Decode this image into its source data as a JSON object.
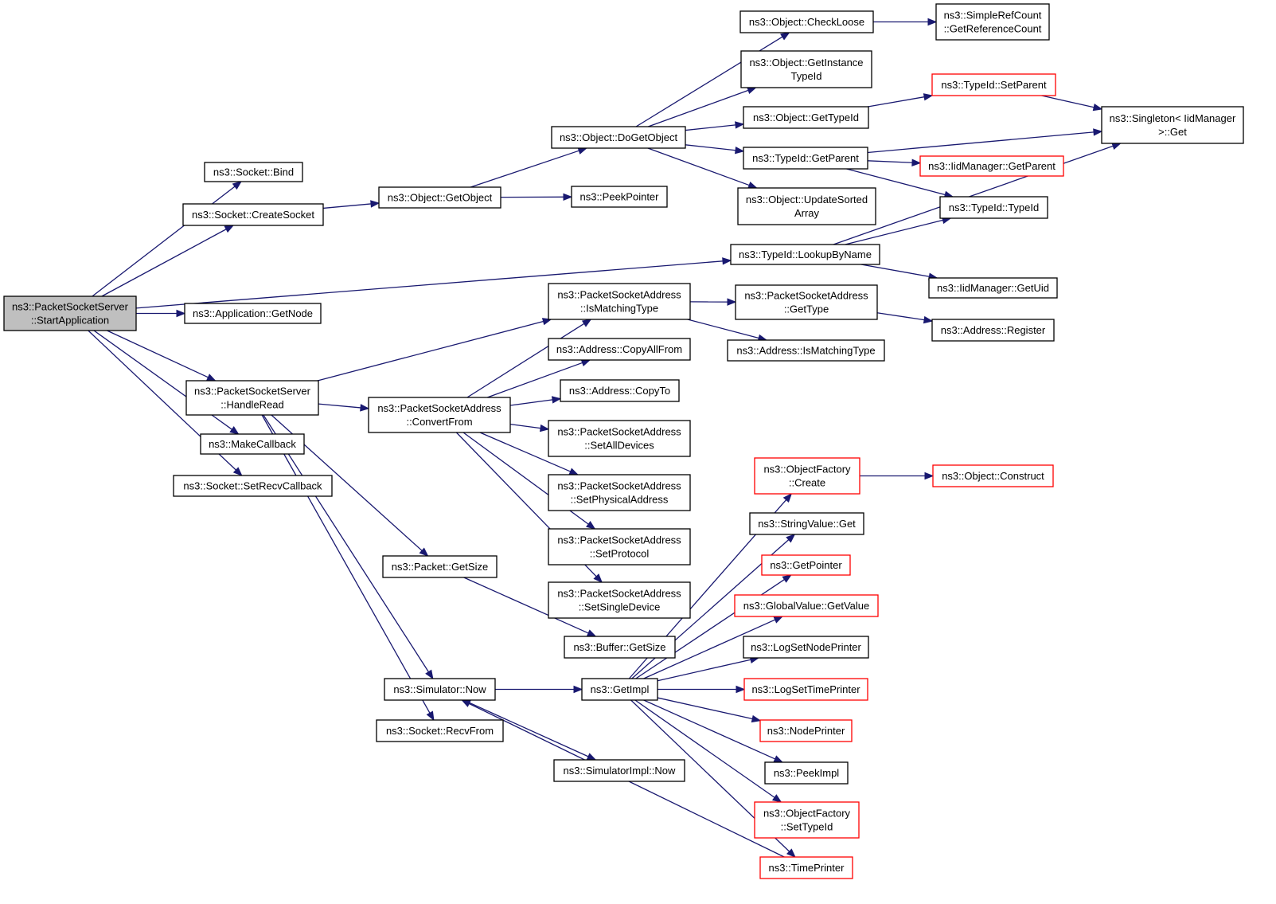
{
  "nodes": [
    {
      "id": "root",
      "lines": [
        "ns3::PacketSocketServer",
        "::StartApplication"
      ],
      "style": "root"
    },
    {
      "id": "sock_bind",
      "lines": [
        "ns3::Socket::Bind"
      ],
      "style": "normal"
    },
    {
      "id": "sock_create",
      "lines": [
        "ns3::Socket::CreateSocket"
      ],
      "style": "normal"
    },
    {
      "id": "app_getnode",
      "lines": [
        "ns3::Application::GetNode"
      ],
      "style": "normal"
    },
    {
      "id": "handleread",
      "lines": [
        "ns3::PacketSocketServer",
        "::HandleRead"
      ],
      "style": "normal"
    },
    {
      "id": "makecallback",
      "lines": [
        "ns3::MakeCallback"
      ],
      "style": "normal"
    },
    {
      "id": "setrecvcb",
      "lines": [
        "ns3::Socket::SetRecvCallback"
      ],
      "style": "normal"
    },
    {
      "id": "obj_getobject",
      "lines": [
        "ns3::Object::GetObject"
      ],
      "style": "normal"
    },
    {
      "id": "peekpointer",
      "lines": [
        "ns3::PeekPointer"
      ],
      "style": "normal"
    },
    {
      "id": "obj_dogetobject",
      "lines": [
        "ns3::Object::DoGetObject"
      ],
      "style": "normal"
    },
    {
      "id": "obj_checkloose",
      "lines": [
        "ns3::Object::CheckLoose"
      ],
      "style": "normal"
    },
    {
      "id": "obj_getinstance",
      "lines": [
        "ns3::Object::GetInstance",
        "TypeId"
      ],
      "style": "normal"
    },
    {
      "id": "obj_gettypeid",
      "lines": [
        "ns3::Object::GetTypeId"
      ],
      "style": "normal"
    },
    {
      "id": "typeid_getparent",
      "lines": [
        "ns3::TypeId::GetParent"
      ],
      "style": "normal"
    },
    {
      "id": "obj_updatesorted",
      "lines": [
        "ns3::Object::UpdateSorted",
        "Array"
      ],
      "style": "normal"
    },
    {
      "id": "simplerefcount",
      "lines": [
        "ns3::SimpleRefCount",
        "::GetReferenceCount"
      ],
      "style": "normal"
    },
    {
      "id": "typeid_setparent",
      "lines": [
        "ns3::TypeId::SetParent"
      ],
      "style": "trunc"
    },
    {
      "id": "singleton_get",
      "lines": [
        "ns3::Singleton< IidManager",
        ">::Get"
      ],
      "style": "normal"
    },
    {
      "id": "iidmgr_getparent",
      "lines": [
        "ns3::IidManager::GetParent"
      ],
      "style": "trunc"
    },
    {
      "id": "typeid_typeid",
      "lines": [
        "ns3::TypeId::TypeId"
      ],
      "style": "normal"
    },
    {
      "id": "typeid_lookup",
      "lines": [
        "ns3::TypeId::LookupByName"
      ],
      "style": "normal"
    },
    {
      "id": "iidmgr_getuid",
      "lines": [
        "ns3::IidManager::GetUid"
      ],
      "style": "normal"
    },
    {
      "id": "psa_ismatching",
      "lines": [
        "ns3::PacketSocketAddress",
        "::IsMatchingType"
      ],
      "style": "normal"
    },
    {
      "id": "psa_gettype",
      "lines": [
        "ns3::PacketSocketAddress",
        "::GetType"
      ],
      "style": "normal"
    },
    {
      "id": "addr_ismatching",
      "lines": [
        "ns3::Address::IsMatchingType"
      ],
      "style": "normal"
    },
    {
      "id": "addr_register",
      "lines": [
        "ns3::Address::Register"
      ],
      "style": "normal"
    },
    {
      "id": "addr_copyallfrom",
      "lines": [
        "ns3::Address::CopyAllFrom"
      ],
      "style": "normal"
    },
    {
      "id": "addr_copyto",
      "lines": [
        "ns3::Address::CopyTo"
      ],
      "style": "normal"
    },
    {
      "id": "psa_convertfrom",
      "lines": [
        "ns3::PacketSocketAddress",
        "::ConvertFrom"
      ],
      "style": "normal"
    },
    {
      "id": "psa_setalldevices",
      "lines": [
        "ns3::PacketSocketAddress",
        "::SetAllDevices"
      ],
      "style": "normal"
    },
    {
      "id": "psa_setphysical",
      "lines": [
        "ns3::PacketSocketAddress",
        "::SetPhysicalAddress"
      ],
      "style": "normal"
    },
    {
      "id": "psa_setprotocol",
      "lines": [
        "ns3::PacketSocketAddress",
        "::SetProtocol"
      ],
      "style": "normal"
    },
    {
      "id": "psa_setsingle",
      "lines": [
        "ns3::PacketSocketAddress",
        "::SetSingleDevice"
      ],
      "style": "normal"
    },
    {
      "id": "packet_getsize",
      "lines": [
        "ns3::Packet::GetSize"
      ],
      "style": "normal"
    },
    {
      "id": "buffer_getsize",
      "lines": [
        "ns3::Buffer::GetSize"
      ],
      "style": "normal"
    },
    {
      "id": "sim_now",
      "lines": [
        "ns3::Simulator::Now"
      ],
      "style": "normal"
    },
    {
      "id": "getimpl",
      "lines": [
        "ns3::GetImpl"
      ],
      "style": "normal"
    },
    {
      "id": "sock_recvfrom",
      "lines": [
        "ns3::Socket::RecvFrom"
      ],
      "style": "normal"
    },
    {
      "id": "simimpl_now",
      "lines": [
        "ns3::SimulatorImpl::Now"
      ],
      "style": "normal"
    },
    {
      "id": "objfactory_create",
      "lines": [
        "ns3::ObjectFactory",
        "::Create"
      ],
      "style": "trunc"
    },
    {
      "id": "obj_construct",
      "lines": [
        "ns3::Object::Construct"
      ],
      "style": "trunc"
    },
    {
      "id": "stringvalue_get",
      "lines": [
        "ns3::StringValue::Get"
      ],
      "style": "normal"
    },
    {
      "id": "getpointer",
      "lines": [
        "ns3::GetPointer"
      ],
      "style": "trunc"
    },
    {
      "id": "globalvalue_getvalue",
      "lines": [
        "ns3::GlobalValue::GetValue"
      ],
      "style": "trunc"
    },
    {
      "id": "logsetnodeprinter",
      "lines": [
        "ns3::LogSetNodePrinter"
      ],
      "style": "normal"
    },
    {
      "id": "logsettimeprinter",
      "lines": [
        "ns3::LogSetTimePrinter"
      ],
      "style": "trunc"
    },
    {
      "id": "nodeprinter",
      "lines": [
        "ns3::NodePrinter"
      ],
      "style": "trunc"
    },
    {
      "id": "peekimpl",
      "lines": [
        "ns3::PeekImpl"
      ],
      "style": "normal"
    },
    {
      "id": "objfactory_settypeid",
      "lines": [
        "ns3::ObjectFactory",
        "::SetTypeId"
      ],
      "style": "trunc"
    },
    {
      "id": "timeprinter",
      "lines": [
        "ns3::TimePrinter"
      ],
      "style": "trunc"
    }
  ],
  "edges": [
    [
      "root",
      "sock_bind"
    ],
    [
      "root",
      "sock_create"
    ],
    [
      "root",
      "typeid_lookup"
    ],
    [
      "root",
      "app_getnode"
    ],
    [
      "root",
      "handleread"
    ],
    [
      "root",
      "makecallback"
    ],
    [
      "root",
      "setrecvcb"
    ],
    [
      "sock_create",
      "obj_getobject"
    ],
    [
      "obj_getobject",
      "obj_dogetobject"
    ],
    [
      "obj_getobject",
      "peekpointer"
    ],
    [
      "obj_dogetobject",
      "obj_checkloose"
    ],
    [
      "obj_dogetobject",
      "obj_getinstance"
    ],
    [
      "obj_dogetobject",
      "obj_gettypeid"
    ],
    [
      "obj_dogetobject",
      "typeid_getparent"
    ],
    [
      "obj_dogetobject",
      "obj_updatesorted"
    ],
    [
      "obj_checkloose",
      "simplerefcount"
    ],
    [
      "obj_gettypeid",
      "typeid_setparent"
    ],
    [
      "typeid_setparent",
      "singleton_get"
    ],
    [
      "typeid_getparent",
      "singleton_get"
    ],
    [
      "typeid_getparent",
      "iidmgr_getparent"
    ],
    [
      "typeid_getparent",
      "typeid_typeid"
    ],
    [
      "typeid_lookup",
      "typeid_typeid"
    ],
    [
      "typeid_lookup",
      "singleton_get"
    ],
    [
      "typeid_lookup",
      "iidmgr_getuid"
    ],
    [
      "handleread",
      "psa_ismatching"
    ],
    [
      "handleread",
      "psa_convertfrom"
    ],
    [
      "handleread",
      "packet_getsize"
    ],
    [
      "handleread",
      "sim_now"
    ],
    [
      "handleread",
      "sock_recvfrom"
    ],
    [
      "psa_ismatching",
      "psa_gettype"
    ],
    [
      "psa_ismatching",
      "addr_ismatching"
    ],
    [
      "psa_gettype",
      "addr_register"
    ],
    [
      "psa_convertfrom",
      "psa_ismatching"
    ],
    [
      "psa_convertfrom",
      "addr_copyallfrom"
    ],
    [
      "psa_convertfrom",
      "addr_copyto"
    ],
    [
      "psa_convertfrom",
      "psa_setalldevices"
    ],
    [
      "psa_convertfrom",
      "psa_setphysical"
    ],
    [
      "psa_convertfrom",
      "psa_setprotocol"
    ],
    [
      "psa_convertfrom",
      "psa_setsingle"
    ],
    [
      "packet_getsize",
      "buffer_getsize"
    ],
    [
      "sim_now",
      "getimpl"
    ],
    [
      "sim_now",
      "simimpl_now"
    ],
    [
      "getimpl",
      "objfactory_create"
    ],
    [
      "getimpl",
      "stringvalue_get"
    ],
    [
      "getimpl",
      "getpointer"
    ],
    [
      "getimpl",
      "globalvalue_getvalue"
    ],
    [
      "getimpl",
      "logsetnodeprinter"
    ],
    [
      "getimpl",
      "logsettimeprinter"
    ],
    [
      "getimpl",
      "nodeprinter"
    ],
    [
      "getimpl",
      "peekimpl"
    ],
    [
      "getimpl",
      "objfactory_settypeid"
    ],
    [
      "getimpl",
      "timeprinter"
    ],
    [
      "objfactory_create",
      "obj_construct"
    ],
    [
      "timeprinter",
      "sim_now"
    ]
  ],
  "colors": {
    "edge": "#191970",
    "root_fill": "#bfbfbf",
    "trunc_border": "#ff0000",
    "border": "#000000"
  }
}
